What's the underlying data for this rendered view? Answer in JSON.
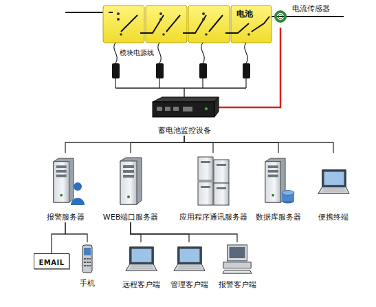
{
  "diagram": {
    "nodes": [
      {
        "text": [
          "电池"
        ]
      },
      {
        "text": [
          "电流传感器"
        ]
      },
      {
        "text": [
          "蓄电池监控设备"
        ]
      },
      {
        "text": [
          "报警服务器"
        ]
      },
      {
        "text": [
          "WEB端口服务器"
        ]
      },
      {
        "text": [
          "应用程序通讯服务器"
        ]
      },
      {
        "text": [
          "数据库服务器"
        ]
      },
      {
        "text": [
          "便携终端"
        ]
      },
      {
        "text": [
          "EMAIL"
        ]
      },
      {
        "text": [
          "手机"
        ]
      },
      {
        "text": [
          "远程客户端"
        ]
      },
      {
        "text": [
          "管理客户端"
        ]
      },
      {
        "text": [
          "报警客户端"
        ]
      }
    ],
    "edges": [
      {
        "from": 1,
        "to": 2,
        "arrow": "none"
      },
      {
        "from": 2,
        "to": 3,
        "arrow": "none"
      },
      {
        "from": 2,
        "to": 4,
        "arrow": "none"
      },
      {
        "from": 2,
        "to": 5,
        "arrow": "none"
      },
      {
        "from": 2,
        "to": 6,
        "arrow": "none"
      },
      {
        "from": 2,
        "to": 7,
        "arrow": "none"
      },
      {
        "from": 3,
        "to": 8,
        "arrow": "none"
      },
      {
        "from": 3,
        "to": 9,
        "arrow": "none"
      },
      {
        "from": 4,
        "to": 10,
        "arrow": "none"
      },
      {
        "from": 4,
        "to": 11,
        "arrow": "none"
      },
      {
        "from": 4,
        "to": 12,
        "arrow": "none"
      }
    ],
    "labels": [
      "模块电源线"
    ]
  }
}
